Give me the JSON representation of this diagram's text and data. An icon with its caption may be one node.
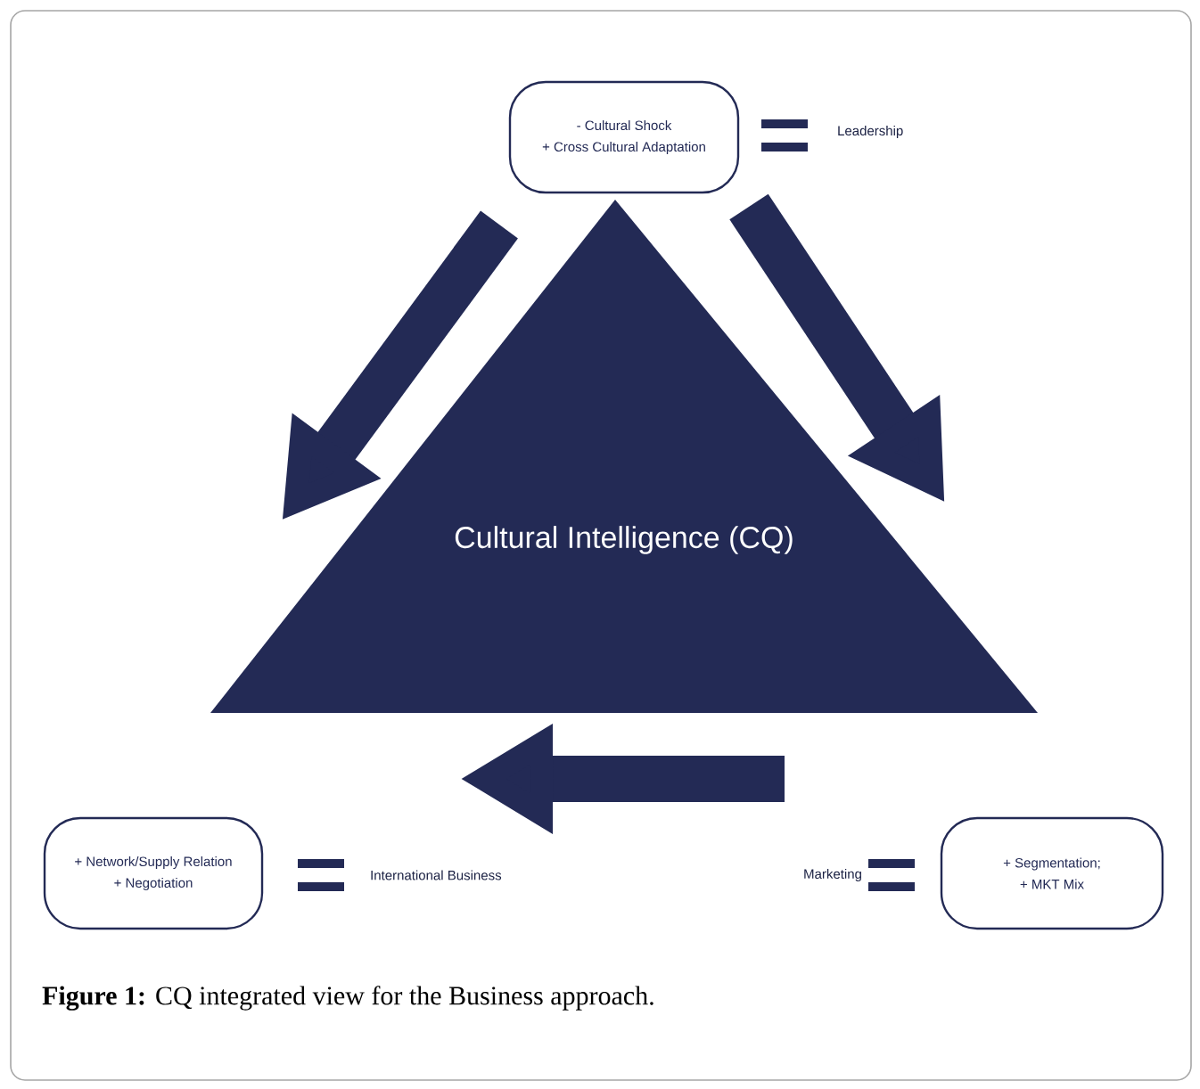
{
  "diagram": {
    "caption": "**Figure 1:** CQ integrated view for the Business approach.",
    "nodes": [
      {
        "text": [
          "- Cultural Shock",
          "+ Cross Cultural Adaptation"
        ]
      },
      {
        "text": [
          "Cultural Intelligence (CQ)"
        ]
      },
      {
        "text": [
          "+ Network/Supply Relation",
          "+ Negotiation"
        ]
      },
      {
        "text": [
          "+ Segmentation;",
          "+ MKT Mix"
        ]
      }
    ],
    "labels": [
      "Leadership",
      "International Business",
      "Marketing"
    ]
  }
}
